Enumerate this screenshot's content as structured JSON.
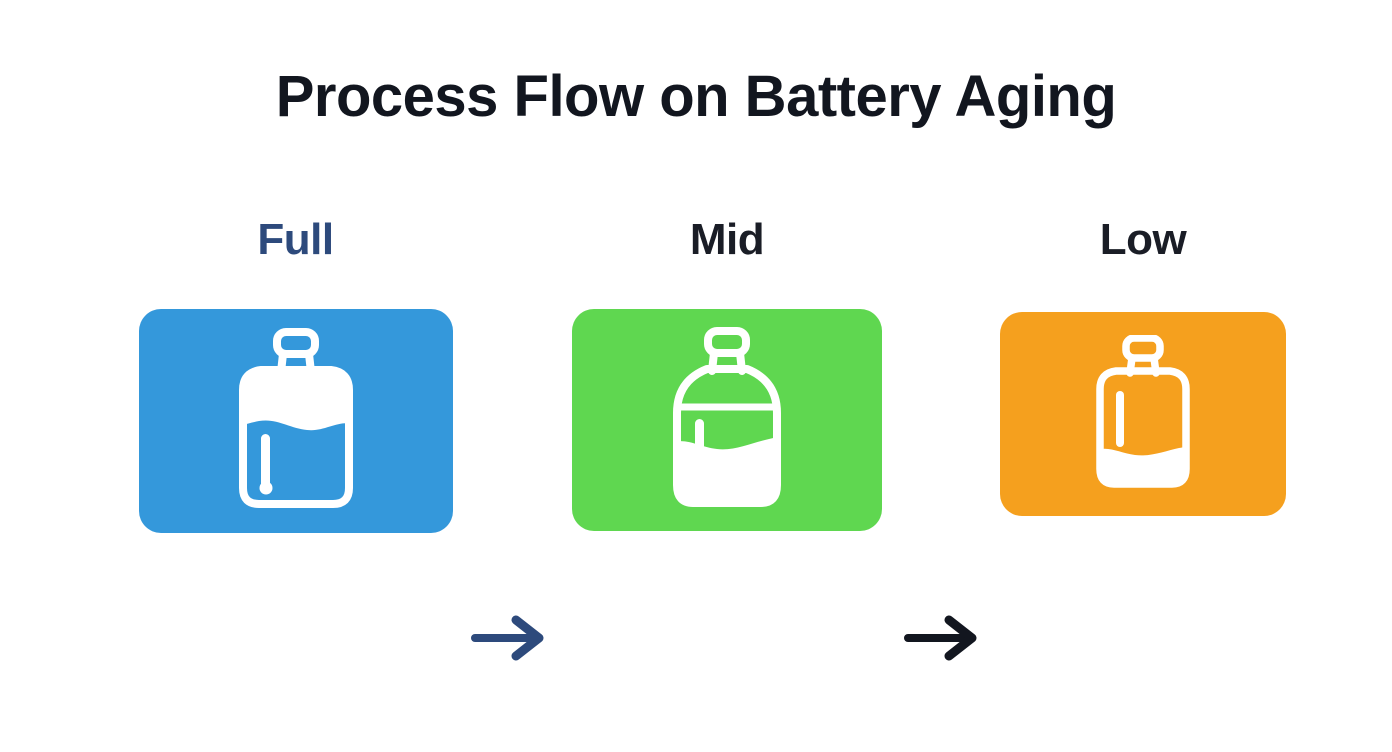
{
  "page": {
    "title": "Process Flow on Battery Aging",
    "background_color": "#ffffff",
    "title_color": "#12161f"
  },
  "flow": {
    "stages": [
      {
        "label": "Full",
        "label_color": "#2d4a7c",
        "card_color": "#3498db",
        "icon": "bottle-full-icon",
        "fill_level_percent": 100,
        "fill_orientation": "top",
        "icon_color": "#ffffff"
      },
      {
        "label": "Mid",
        "label_color": "#1a1d26",
        "card_color": "#5fd750",
        "icon": "bottle-mid-icon",
        "fill_level_percent": 55,
        "fill_orientation": "bottom",
        "icon_color": "#ffffff"
      },
      {
        "label": "Low",
        "label_color": "#1a1d26",
        "card_color": "#f5a01e",
        "icon": "bottle-low-icon",
        "fill_level_percent": 25,
        "fill_orientation": "bottom",
        "icon_color": "#ffffff"
      }
    ],
    "arrows": [
      {
        "name": "arrow-full-to-mid",
        "glyph": "arrow-right-icon",
        "color": "#2d4a7c"
      },
      {
        "name": "arrow-mid-to-low",
        "glyph": "arrow-right-icon",
        "color": "#12161f"
      }
    ]
  }
}
